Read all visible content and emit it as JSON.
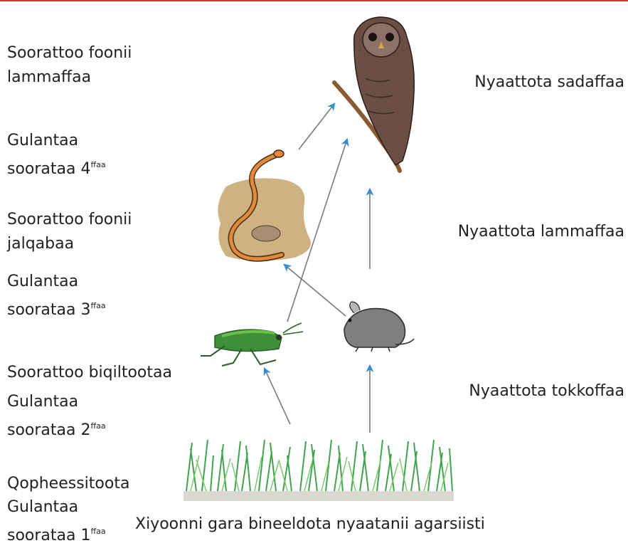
{
  "colors": {
    "accent_bar": "#e0312f",
    "arrow": "#2f8fd0",
    "text": "#231f20"
  },
  "left_labels": {
    "tertiary_consumer": {
      "line1": "Soorattoo foonii",
      "line2": "lammaffaa"
    },
    "level4": {
      "line1": "Gulantaa",
      "line2": "soorataa 4",
      "sup": "ffaa"
    },
    "secondary_consumer": {
      "line1": "Soorattoo foonii",
      "line2": "jalqabaa"
    },
    "level3": {
      "line1": "Gulantaa",
      "line2": "soorataa 3",
      "sup": "ffaa"
    },
    "primary_consumer": {
      "line1": "Soorattoo biqiltootaa"
    },
    "level2": {
      "line1": "Gulantaa",
      "line2": "soorataa 2",
      "sup": "ffaa"
    },
    "producer": {
      "line1": "Qopheessitoota"
    },
    "level1": {
      "line1": "Gulantaa",
      "line2": "soorataa 1",
      "sup": "ffaa"
    }
  },
  "right_labels": {
    "third_link": "Nyaattota sadaffaa",
    "second_link": "Nyaattota lammaffaa",
    "first_link": "Nyaattota tokkoffaa"
  },
  "caption": "Xiyoonni gara bineeldota nyaatanii agarsiisti",
  "organisms": [
    "owl-icon",
    "snake-icon",
    "grasshopper-icon",
    "mouse-icon",
    "grass-icon"
  ]
}
